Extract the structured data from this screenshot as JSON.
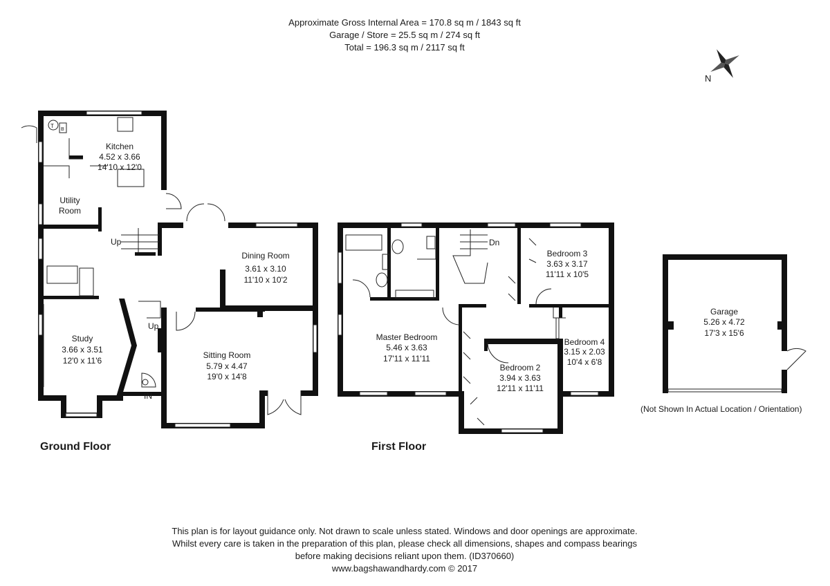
{
  "area_summary": {
    "gross_internal": "Approximate Gross Internal Area = 170.8 sq m / 1843 sq ft",
    "garage_store": "Garage / Store = 25.5 sq m / 274 sq ft",
    "total": "Total = 196.3 sq m / 2117 sq ft"
  },
  "compass": {
    "label": "N"
  },
  "ground_floor": {
    "title": "Ground Floor",
    "rooms": [
      {
        "id": "kitchen",
        "name": "Kitchen",
        "metric": "4.52 x 3.66",
        "imperial": "14'10 x 12'0"
      },
      {
        "id": "utility",
        "name": "Utility",
        "name2": "Room"
      },
      {
        "id": "dining",
        "name": "Dining Room",
        "metric": "3.61 x 3.10",
        "imperial": "11'10 x 10'2"
      },
      {
        "id": "study",
        "name": "Study",
        "metric": "3.66 x 3.51",
        "imperial": "12'0 x 11'6"
      },
      {
        "id": "sitting",
        "name": "Sitting Room",
        "metric": "5.79 x 4.47",
        "imperial": "19'0 x 14'8"
      }
    ],
    "labels": {
      "up1": "Up",
      "up2": "Up",
      "entrance": "IN",
      "t": "T",
      "b": "B"
    }
  },
  "first_floor": {
    "title": "First Floor",
    "rooms": [
      {
        "id": "bedroom3",
        "name": "Bedroom 3",
        "metric": "3.63 x 3.17",
        "imperial": "11'11 x 10'5"
      },
      {
        "id": "master",
        "name": "Master Bedroom",
        "metric": "5.46 x 3.63",
        "imperial": "17'11 x 11'11"
      },
      {
        "id": "bedroom4",
        "name": "Bedroom 4",
        "metric": "3.15 x 2.03",
        "imperial": "10'4 x 6'8"
      },
      {
        "id": "bedroom2",
        "name": "Bedroom 2",
        "metric": "3.94 x 3.63",
        "imperial": "12'11 x 11'11"
      }
    ],
    "labels": {
      "down": "Dn"
    }
  },
  "garage": {
    "name": "Garage",
    "metric": "5.26 x 4.72",
    "imperial": "17'3 x 15'6",
    "note": "(Not Shown In Actual Location / Orientation)"
  },
  "footer": {
    "line1": "This plan is for layout guidance only. Not drawn to scale unless stated. Windows and door openings are approximate.",
    "line2": "Whilst every care is taken in the preparation of this plan, please check all dimensions, shapes and compass bearings",
    "line3": "before making decisions reliant upon them. (ID370660)",
    "line4": "www.bagshawandhardy.com © 2017"
  }
}
